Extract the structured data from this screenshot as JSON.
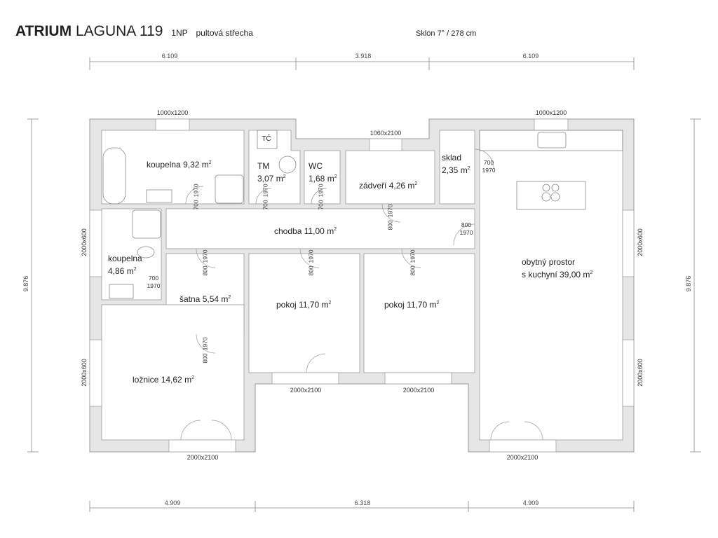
{
  "header": {
    "brand": "ATRIUM",
    "model": "LAGUNA 119",
    "floor": "1NP",
    "roof": "pultová střecha",
    "slope": "Sklon 7° / 278 cm"
  },
  "dimensions": {
    "top": [
      "6.109",
      "3.918",
      "6.109"
    ],
    "bottom": [
      "4.909",
      "6.318",
      "4.909"
    ],
    "left": "9.876",
    "right": "9.876"
  },
  "rooms": {
    "koupelna1": {
      "name": "koupelna",
      "area": "9,32 m",
      "unit_sup": "2"
    },
    "tm": {
      "name": "TM",
      "area": "3,07 m",
      "unit_sup": "2"
    },
    "tc": {
      "name": "TČ"
    },
    "wc": {
      "name": "WC",
      "area": "1,68 m",
      "unit_sup": "2"
    },
    "zadveri": {
      "name": "zádveří",
      "area": "4,26 m",
      "unit_sup": "2"
    },
    "sklad": {
      "name": "sklad",
      "area": "2,35 m",
      "unit_sup": "2"
    },
    "chodba": {
      "name": "chodba",
      "area": "11,00 m",
      "unit_sup": "2"
    },
    "koupelna2": {
      "name": "koupelna",
      "area": "4,86 m",
      "unit_sup": "2"
    },
    "satna": {
      "name": "šatna",
      "area": "5,54 m",
      "unit_sup": "2"
    },
    "pokoj1": {
      "name": "pokoj",
      "area": "11,70 m",
      "unit_sup": "2"
    },
    "pokoj2": {
      "name": "pokoj",
      "area": "11,70 m",
      "unit_sup": "2"
    },
    "loznice": {
      "name": "ložnice",
      "area": "14,62 m",
      "unit_sup": "2"
    },
    "obytny": {
      "name": "obytný prostor",
      "name2": "s kuchyní",
      "area": "39,00 m",
      "unit_sup": "2"
    }
  },
  "doors": [
    {
      "w": "700",
      "h": "1970"
    },
    {
      "w": "700",
      "h": "1970"
    },
    {
      "w": "700",
      "h": "1970"
    },
    {
      "w": "800",
      "h": "1970"
    },
    {
      "w": "700",
      "h": "1970"
    },
    {
      "w": "800",
      "h": "1970"
    },
    {
      "w": "700",
      "h": "1970"
    },
    {
      "w": "800",
      "h": "1970"
    },
    {
      "w": "800",
      "h": "1970"
    },
    {
      "w": "800",
      "h": "1970"
    },
    {
      "w": "800",
      "h": "1970"
    }
  ],
  "windows": {
    "koupelna_top": "1000x1200",
    "entrance": "1060x2100",
    "kitchen_top": "1000x1200",
    "left_upper": "2000x600",
    "left_lower": "2000x600",
    "right_upper": "2000x600",
    "right_lower": "2000x600",
    "pokoj1_bottom": "2000x2100",
    "pokoj2_bottom": "2000x2100",
    "loznice_bottom": "2000x2100",
    "living_bottom": "2000x2100"
  }
}
